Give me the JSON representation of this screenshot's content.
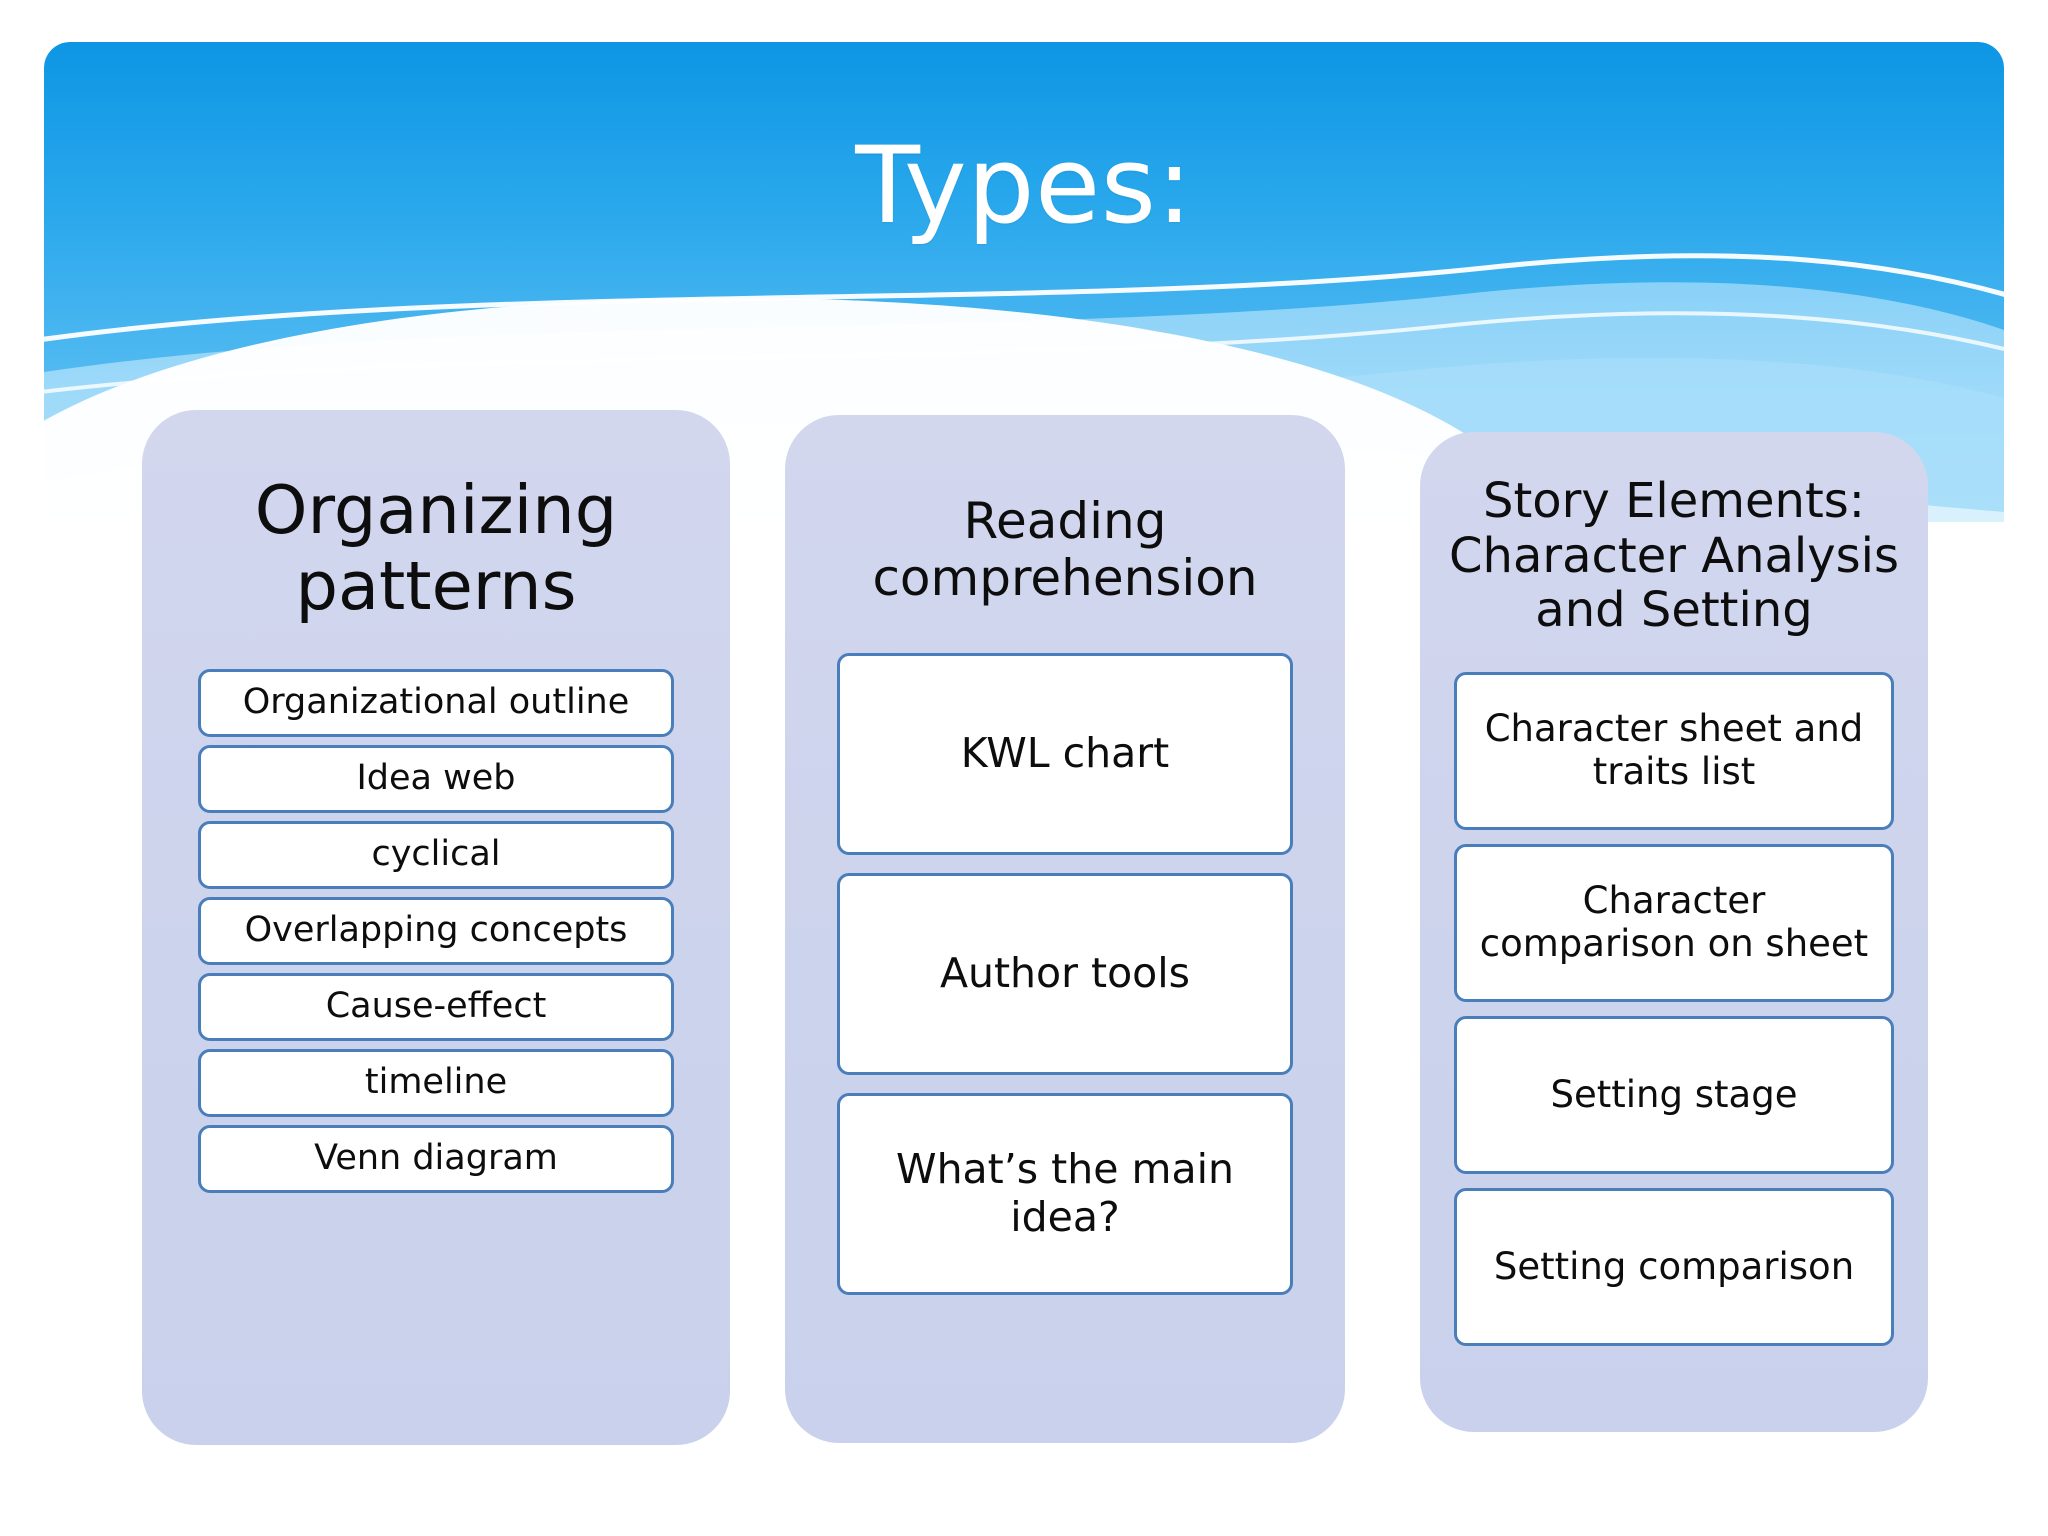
{
  "slide": {
    "title": "Types:",
    "background_color": "#ffffff",
    "banner": {
      "gradient_top_color": "#0f9be6",
      "gradient_bottom_color": "#7cc8f5",
      "wave_stroke_color": "#ffffff",
      "wave_fill_color": "#8ed2f7"
    },
    "accent_colors": {
      "card_background": "#ccd3ec",
      "item_border": "#4a7ebb",
      "item_background": "#ffffff",
      "title_text": "#ffffff",
      "body_text": "#0d0d0d"
    }
  },
  "columns": [
    {
      "heading": "Organizing patterns",
      "items": [
        "Organizational outline",
        "Idea web",
        "cyclical",
        "Overlapping concepts",
        "Cause-effect",
        "timeline",
        "Venn diagram"
      ]
    },
    {
      "heading": "Reading comprehension",
      "items": [
        "KWL chart",
        "Author tools",
        "What’s the main idea?"
      ]
    },
    {
      "heading": "Story Elements: Character Analysis and Setting",
      "items": [
        "Character sheet and traits list",
        "Character comparison on sheet",
        "Setting stage",
        "Setting comparison"
      ]
    }
  ]
}
